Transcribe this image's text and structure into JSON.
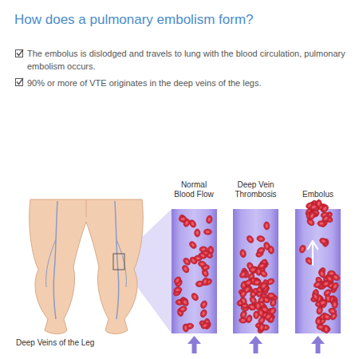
{
  "diagram": {
    "title": "How does a pulmonary embolism form?",
    "labels": [
      "The embolus is dislodged and travels to lung with the blood circulation, pulmonary embolism occurs.",
      "90% or more of VTE originates in the deep veins of the legs.",
      "Normal Blood Flow",
      "Deep Vein Thrombosis",
      "Embolus",
      "Deep Veins of the Leg"
    ]
  }
}
